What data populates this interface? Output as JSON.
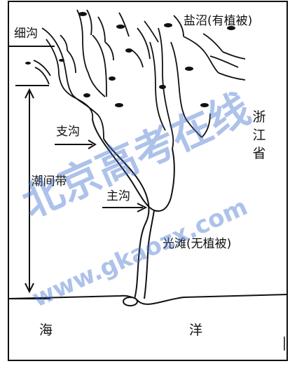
{
  "labels": {
    "salt_marsh": "盐沼(有植被)",
    "rill": "细沟",
    "branch_channel": "支沟",
    "tidal_zone": "潮间带",
    "main_channel": "主沟",
    "province": "浙江省",
    "bare_flat": "光滩(无植被)",
    "sea_left": "海",
    "sea_right": "洋"
  },
  "watermark": {
    "text_cn": "北京高考在线",
    "text_url": "www.gkaozx.com",
    "color": "#3c6ecd"
  }
}
